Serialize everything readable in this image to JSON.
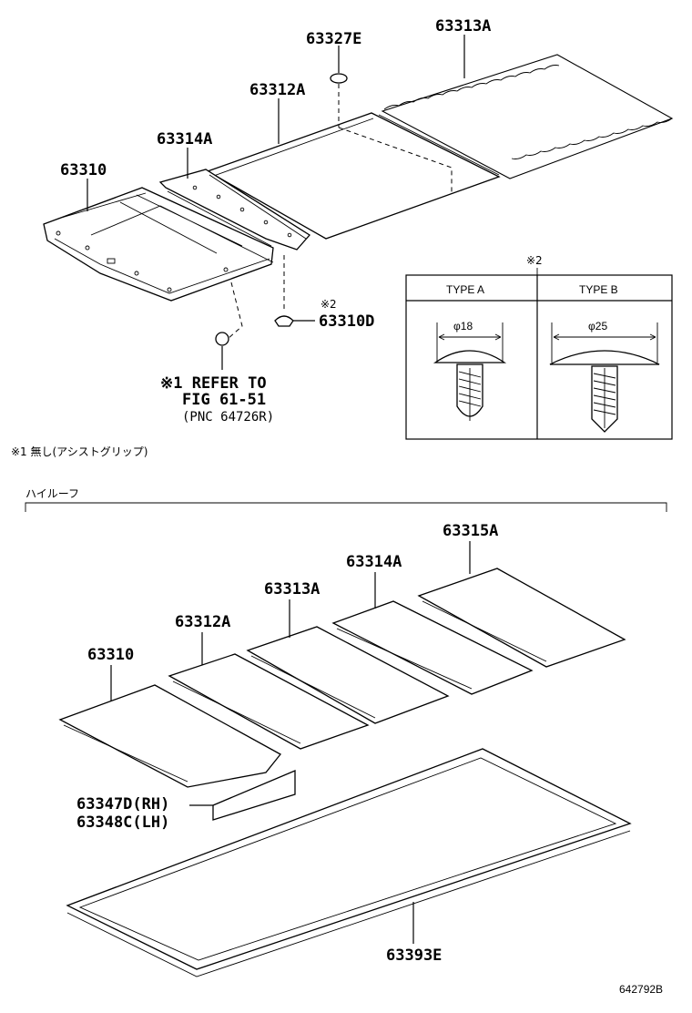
{
  "upper": {
    "part_63327e": "63327E",
    "part_63313a": "63313A",
    "part_63312a": "63312A",
    "part_63314a": "63314A",
    "part_63310": "63310",
    "part_63310d": "63310D",
    "ref_mark_2": "※2",
    "refer_line1": "※1 REFER TO",
    "refer_line2": "FIG 61-51",
    "refer_line3": "(PNC 64726R)"
  },
  "clip_table": {
    "mark": "※2",
    "type_a": "TYPE A",
    "type_b": "TYPE B",
    "dim_a": "φ18",
    "dim_b": "φ25"
  },
  "footnote": "※1 無し(アシストグリップ)",
  "high_roof": {
    "section_label": "ハイルーフ",
    "part_63315a": "63315A",
    "part_63314a": "63314A",
    "part_63313a": "63313A",
    "part_63312a": "63312A",
    "part_63310": "63310",
    "part_63347d": "63347D(RH)",
    "part_63348c": "63348C(LH)",
    "part_63393e": "63393E"
  },
  "figure_id": "642792B"
}
